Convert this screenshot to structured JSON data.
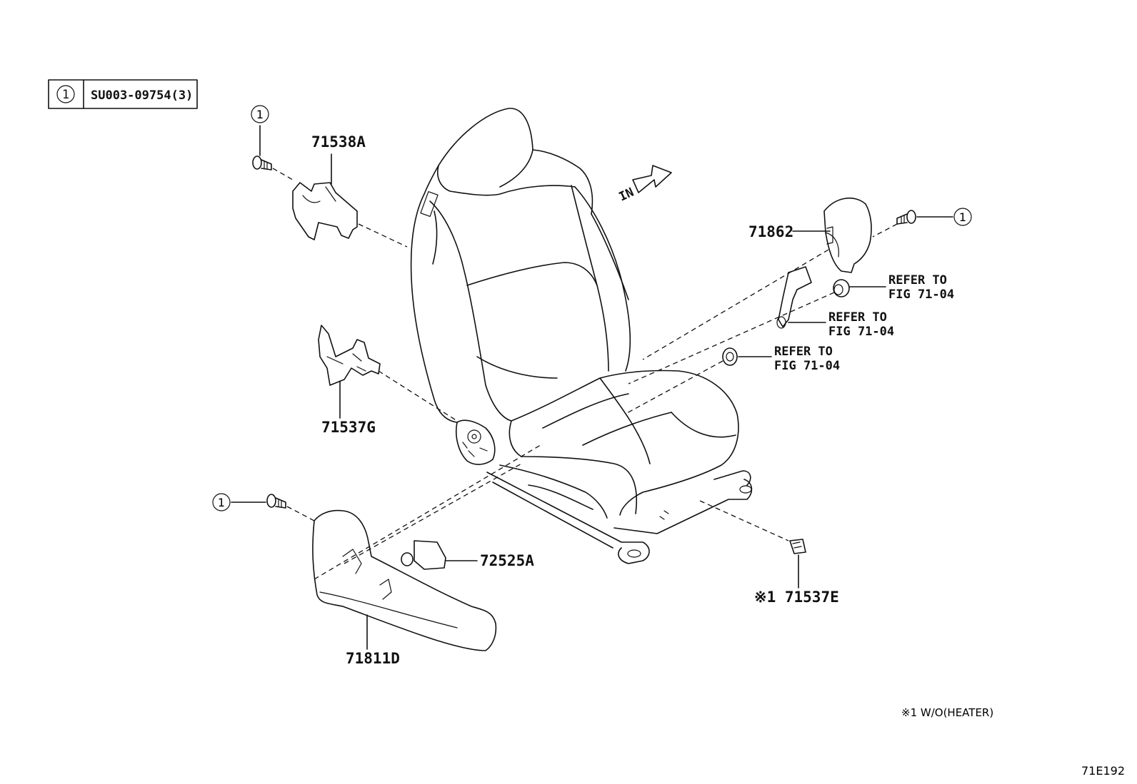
{
  "legend": {
    "symbol": "1",
    "code": "SU003-09754(3)"
  },
  "callout_symbol": "1",
  "direction_label": "IN",
  "parts": {
    "p71538A": "71538A",
    "p71537G": "71537G",
    "p71811D": "71811D",
    "p72525A": "72525A",
    "p71862": "71862",
    "p71537E": "※1 71537E"
  },
  "refer": {
    "r1_line1": "REFER TO",
    "r1_line2": "FIG 71-04",
    "r2_line1": "REFER TO",
    "r2_line2": "FIG 71-04",
    "r3_line1": "REFER TO",
    "r3_line2": "FIG 71-04"
  },
  "footnote": "※1 W/O(HEATER)",
  "figure_code": "71E192"
}
